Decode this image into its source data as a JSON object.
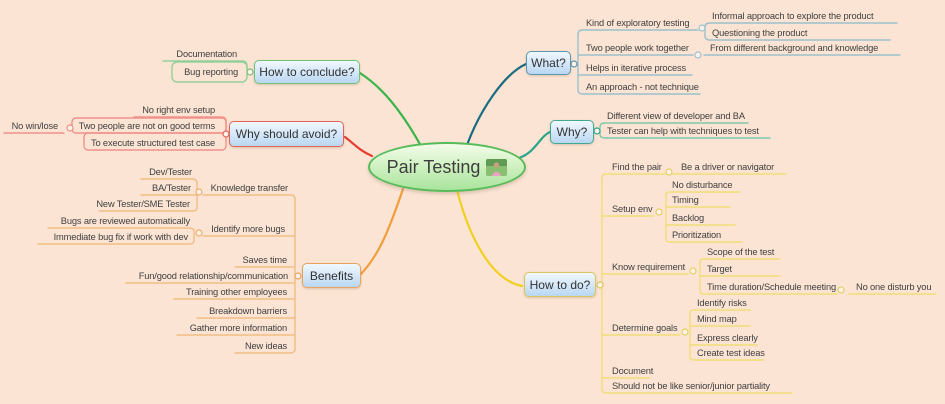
{
  "map_title": "Pair Testing",
  "colors": {
    "background": "#fbe4d3",
    "what_branch": "#1d6b80",
    "why_branch": "#2aa489",
    "how_to_do_branch": "#f2d021",
    "benefits_branch": "#f29d3d",
    "why_avoid_branch": "#e63c30",
    "conclude_branch": "#3cb44b",
    "topic_box_fill": "#cfe4f7",
    "center_fill": "#bfe9b0"
  },
  "center": {
    "label": "Pair Testing",
    "photo": "person-in-garden-photo"
  },
  "what": {
    "label": "What?",
    "kind": "Kind of exploratory testing",
    "informal": "Informal approach to explore the product",
    "questioning": "Questioning the product",
    "two_people": "Two people work together",
    "from_different": "From different background and knowledge",
    "iterative": "Helps in iterative process",
    "approach": "An approach - not technique"
  },
  "why": {
    "label": "Why?",
    "different_view": "Different view of developer and BA",
    "tester_help": "Tester can help with techniques to test"
  },
  "how_to_do": {
    "label": "How to do?",
    "find_pair": "Find the pair",
    "driver": "Be a driver or navigator",
    "setup_env": "Setup env",
    "no_disturbance": "No disturbance",
    "timing": "Timing",
    "backlog": "Backlog",
    "prioritization": "Prioritization",
    "know_requirement": "Know requirement",
    "scope": "Scope of the test",
    "target": "Target",
    "time_duration": "Time duration/Schedule meeting",
    "no_one_disturb": "No one disturb you",
    "determine_goals": "Determine goals",
    "identify_risks": "Identify risks",
    "mind_map": "Mind map",
    "express_clearly": "Express clearly",
    "create_test_ideas": "Create test ideas",
    "document": "Document",
    "should_not": "Should not be like senior/junior partiality"
  },
  "benefits": {
    "label": "Benefits",
    "knowledge_transfer": "Knowledge transfer",
    "dev_tester": "Dev/Tester",
    "ba_tester": "BA/Tester",
    "new_tester": "New Tester/SME Tester",
    "identify_bugs": "Identify more bugs",
    "bugs_reviewed": "Bugs are reviewed automatically",
    "immediate_fix": "Immediate bug fix if work with dev",
    "saves_time": "Saves time",
    "fun_good": "Fun/good relationship/communication",
    "training": "Training other employees",
    "breakdown": "Breakdown barriers",
    "gather_info": "Gather more information",
    "new_ideas": "New ideas"
  },
  "why_avoid": {
    "label": "Why should avoid?",
    "no_right_env": "No right env setup",
    "not_good_terms": "Two people are not on good terms",
    "no_win_lose": "No win/lose",
    "structured_case": "To execute structured test case"
  },
  "conclude": {
    "label": "How to conclude?",
    "bug_reporting": "Bug reporting",
    "documentation": "Documentation"
  }
}
